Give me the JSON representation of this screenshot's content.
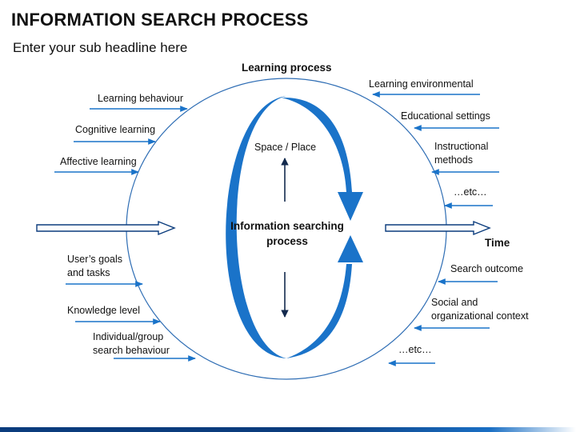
{
  "header": {
    "title": "INFORMATION SEARCH PROCESS",
    "subtitle": "Enter your sub headline here"
  },
  "diagram": {
    "top_label": "Learning process",
    "center_label_line1": "Information searching",
    "center_label_line2": "process",
    "up_label": "Space / Place",
    "time_label": "Time",
    "left_top_items": [
      "Learning behaviour",
      "Cognitive learning",
      "Affective learning"
    ],
    "left_bottom_items": [
      [
        "User’s goals",
        "and tasks"
      ],
      [
        "Knowledge level"
      ],
      [
        "Individual/group",
        "search behaviour"
      ]
    ],
    "right_top_items": [
      [
        "Learning environmental"
      ],
      [
        "Educational settings"
      ],
      [
        "Instructional",
        "methods"
      ],
      [
        "…etc…"
      ]
    ],
    "right_bottom_items": [
      [
        "Search outcome"
      ],
      [
        "Social and",
        "organizational context"
      ],
      [
        "…etc…"
      ]
    ],
    "colors": {
      "accent": "#1a73c9",
      "dark_blue": "#0b3c7d",
      "ring": "#2e6db4",
      "arrow_dark": "#12294d"
    }
  }
}
